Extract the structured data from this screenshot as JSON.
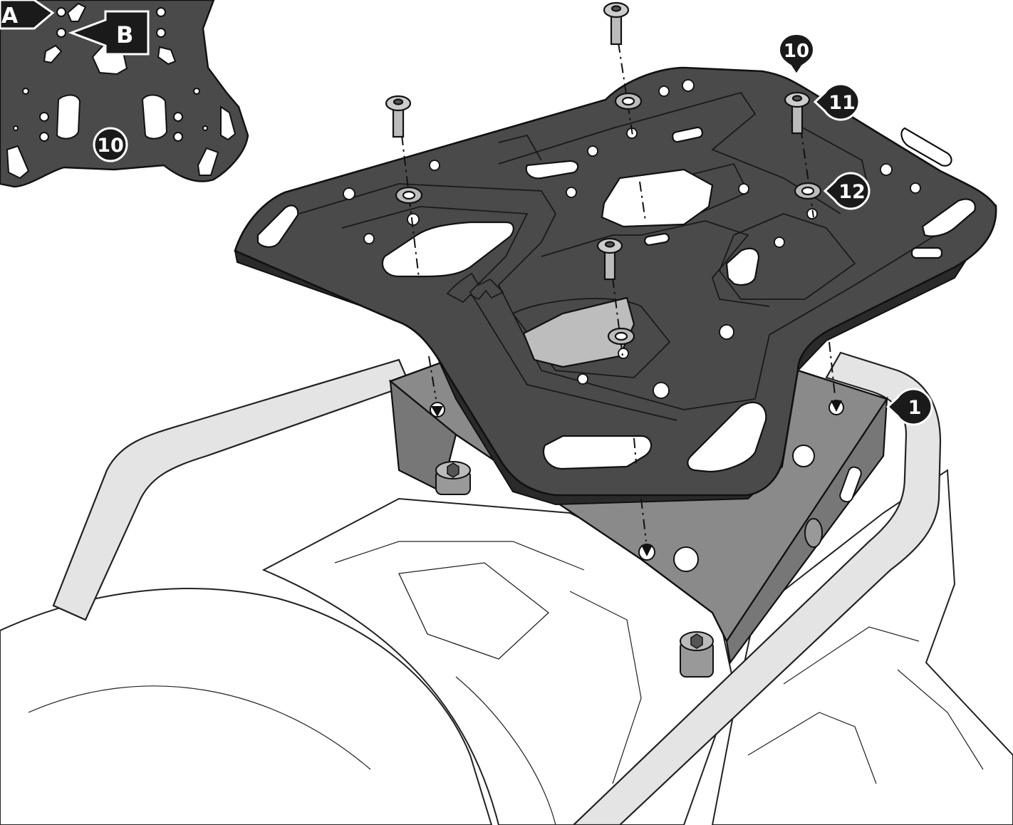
{
  "callouts": [
    {
      "id": "callout-10-detail",
      "label": "10"
    },
    {
      "id": "callout-10-main",
      "label": "10"
    },
    {
      "id": "callout-11",
      "label": "11"
    },
    {
      "id": "callout-12",
      "label": "12"
    },
    {
      "id": "callout-1",
      "label": "1"
    }
  ],
  "letter_markers": [
    {
      "id": "marker-a",
      "label": "A"
    },
    {
      "id": "marker-b",
      "label": "B"
    }
  ],
  "colors": {
    "plate_fill": "#4a4a4a",
    "plate_stroke": "#111111",
    "callout_fill": "#1a1a1a",
    "callout_text": "#ffffff",
    "bracket_fill": "#8a8a8a",
    "rail_fill": "#e4e4e4",
    "line": "#222222"
  }
}
